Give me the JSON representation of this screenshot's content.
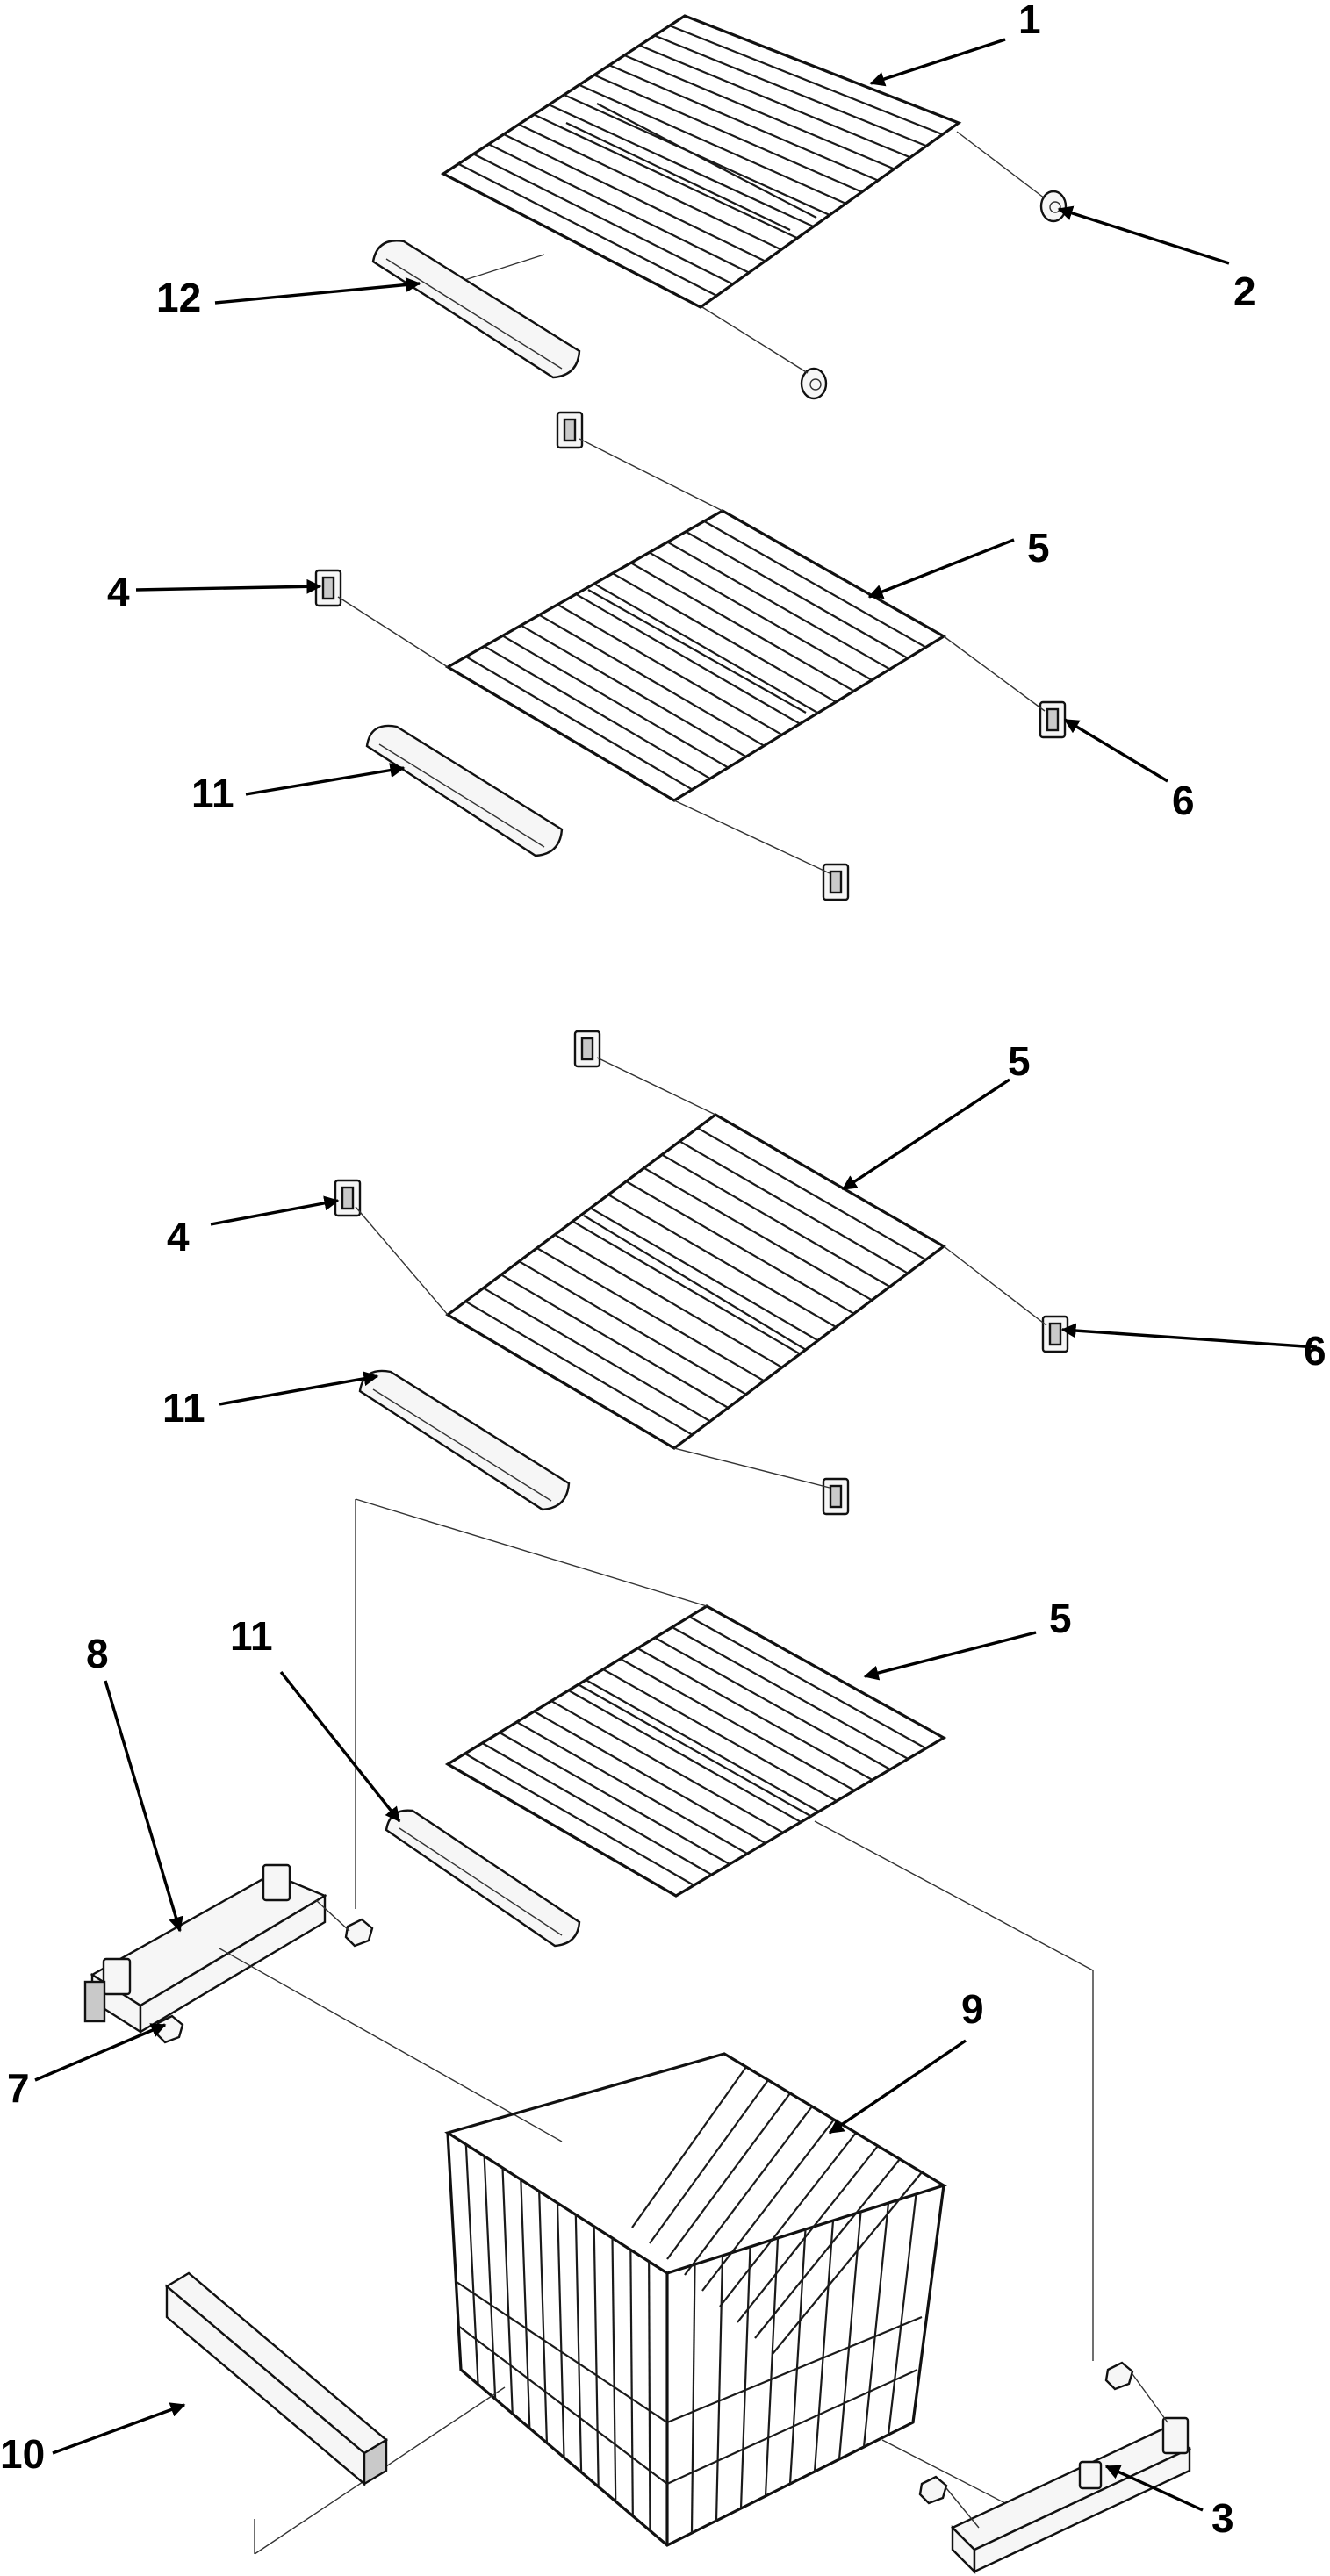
{
  "diagram": {
    "callouts": [
      {
        "id": "c1",
        "label": "1"
      },
      {
        "id": "c2",
        "label": "2"
      },
      {
        "id": "c12",
        "label": "12"
      },
      {
        "id": "c5a",
        "label": "5"
      },
      {
        "id": "c4a",
        "label": "4"
      },
      {
        "id": "c11a",
        "label": "11"
      },
      {
        "id": "c6a",
        "label": "6"
      },
      {
        "id": "c5b",
        "label": "5"
      },
      {
        "id": "c4b",
        "label": "4"
      },
      {
        "id": "c6b",
        "label": "6"
      },
      {
        "id": "c11b",
        "label": "11"
      },
      {
        "id": "c11c",
        "label": "11"
      },
      {
        "id": "c5c",
        "label": "5"
      },
      {
        "id": "c8",
        "label": "8"
      },
      {
        "id": "c9",
        "label": "9"
      },
      {
        "id": "c7",
        "label": "7"
      },
      {
        "id": "c10",
        "label": "10"
      },
      {
        "id": "c3",
        "label": "3"
      }
    ]
  }
}
